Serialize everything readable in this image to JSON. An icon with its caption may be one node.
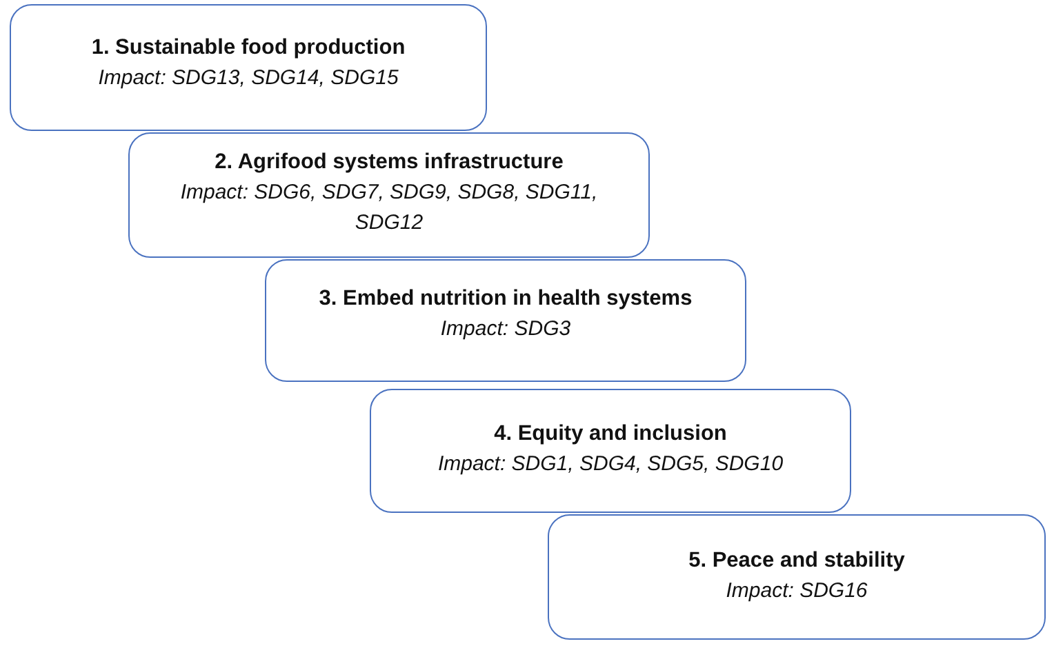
{
  "diagram": {
    "nodes": [
      {
        "text": [
          "1. Sustainable food production",
          "Impact: SDG13, SDG14, SDG15"
        ]
      },
      {
        "text": [
          "2. Agrifood systems infrastructure",
          "Impact: SDG6, SDG7, SDG9, SDG8, SDG11, SDG12"
        ]
      },
      {
        "text": [
          "3. Embed nutrition in health systems",
          "Impact: SDG3"
        ]
      },
      {
        "text": [
          "4. Equity and inclusion",
          "Impact: SDG1, SDG4, SDG5, SDG10"
        ]
      },
      {
        "text": [
          "5. Peace and stability",
          "Impact: SDG16"
        ]
      }
    ]
  }
}
